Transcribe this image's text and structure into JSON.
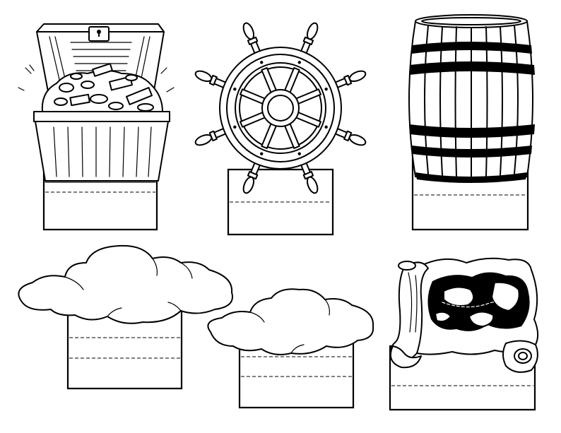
{
  "sheet": {
    "background": "#ffffff",
    "ink_color": "#000000",
    "items": [
      {
        "name": "treasure-chest",
        "icon": "treasure-chest-icon"
      },
      {
        "name": "ship-wheel",
        "icon": "ship-wheel-icon"
      },
      {
        "name": "barrel",
        "icon": "barrel-icon"
      },
      {
        "name": "cloud-large",
        "icon": "cloud-icon"
      },
      {
        "name": "cloud-small",
        "icon": "cloud-icon"
      },
      {
        "name": "treasure-map-scroll",
        "icon": "treasure-map-icon"
      }
    ]
  }
}
